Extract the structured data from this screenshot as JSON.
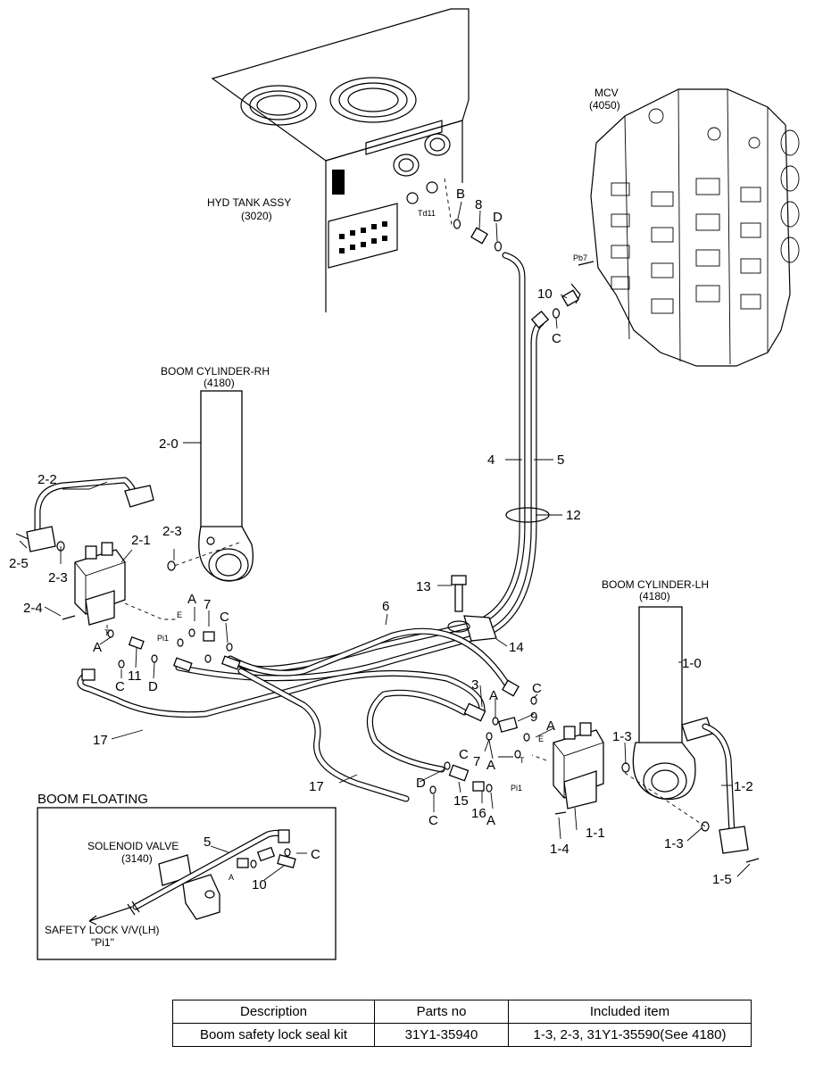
{
  "assemblies": {
    "hyd_tank": {
      "name": "HYD TANK ASSY",
      "code": "(3020)"
    },
    "mcv": {
      "name": "MCV",
      "code": "(4050)"
    },
    "boom_cyl_rh": {
      "name": "BOOM CYLINDER-RH",
      "code": "(4180)"
    },
    "boom_cyl_lh": {
      "name": "BOOM CYLINDER-LH",
      "code": "(4180)"
    }
  },
  "port_labels": {
    "td11": "Td11",
    "pb7": "Pb7",
    "pi1": "Pi1",
    "e": "E",
    "t": "T",
    "a": "A"
  },
  "callouts": {
    "c1_0": "1-0",
    "c1_1": "1-1",
    "c1_2": "1-2",
    "c1_3": "1-3",
    "c1_4": "1-4",
    "c1_5": "1-5",
    "c2_0": "2-0",
    "c2_1": "2-1",
    "c2_2": "2-2",
    "c2_3": "2-3",
    "c2_4": "2-4",
    "c2_5": "2-5",
    "n3": "3",
    "n4": "4",
    "n5": "5",
    "n6": "6",
    "n7": "7",
    "n8": "8",
    "n9": "9",
    "n10": "10",
    "n11": "11",
    "n12": "12",
    "n13": "13",
    "n14": "14",
    "n15": "15",
    "n16": "16",
    "n17": "17",
    "a": "A",
    "b": "B",
    "c": "C",
    "d": "D"
  },
  "inset": {
    "title": "BOOM FLOATING",
    "solenoid_name": "SOLENOID VALVE",
    "solenoid_code": "(3140)",
    "safety_lock": "SAFETY LOCK V/V(LH)",
    "safety_port": "\"Pi1\""
  },
  "parts_table": {
    "headers": [
      "Description",
      "Parts no",
      "Included item"
    ],
    "rows": [
      [
        "Boom safety lock seal kit",
        "31Y1-35940",
        "1-3, 2-3, 31Y1-35590(See 4180)"
      ]
    ]
  }
}
